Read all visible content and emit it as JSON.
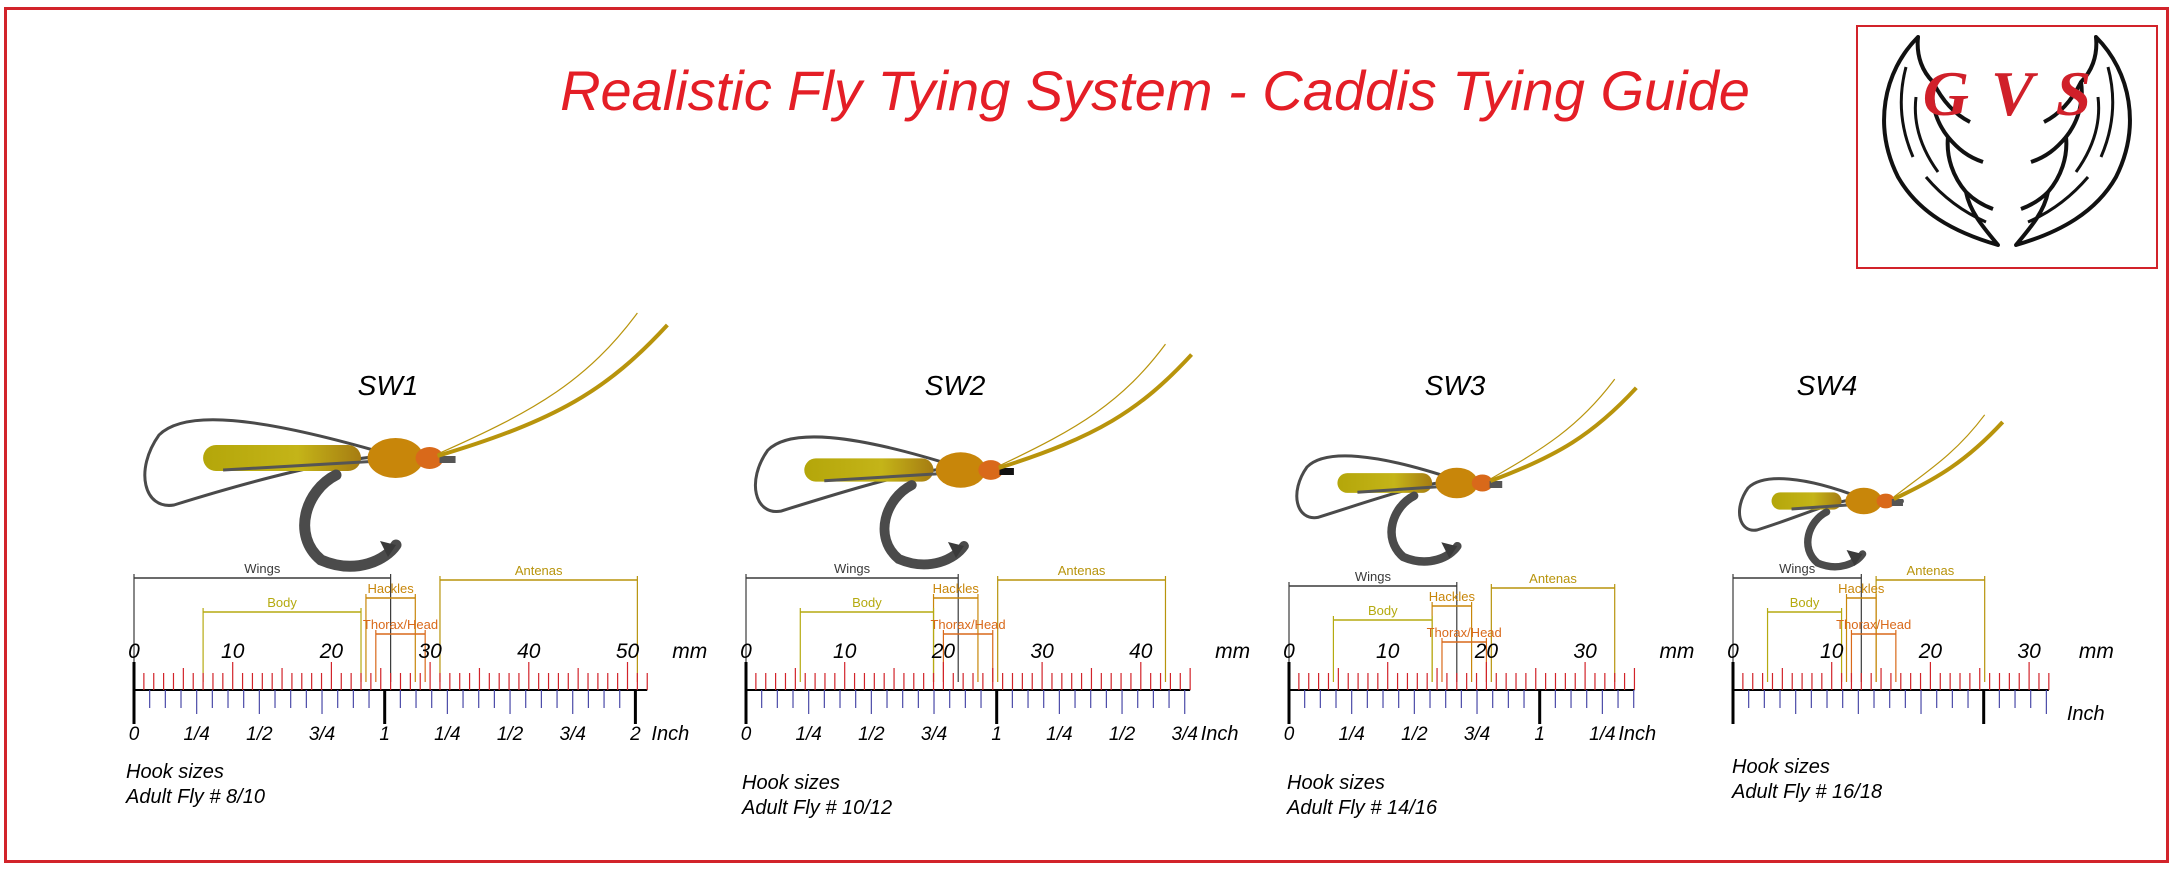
{
  "title": "Realistic Fly Tying System - Caddis Tying Guide",
  "logo": {
    "text": "GVS",
    "icon": "angel-wings-icon"
  },
  "colors": {
    "accent": "#e41e26",
    "mm_tick": "#d2232a",
    "inch_tick": "#4a4aa8",
    "body_olive": "#b5aa10",
    "thorax_orange": "#c8860a",
    "head_orange": "#d9691a",
    "antenna_gold": "#b8940c"
  },
  "labels": {
    "wings": "Wings",
    "body": "Body",
    "hackles": "Hackles",
    "thorax_head": "Thorax/Head",
    "antenas": "Antenas",
    "mm": "mm",
    "inch": "Inch",
    "hook_sizes": "Hook sizes"
  },
  "flies": [
    {
      "name": "SW1",
      "hook": "Adult Fly # 8/10",
      "max_mm": 52,
      "mm_ticks": [
        "0",
        "10",
        "20",
        "30",
        "40",
        "50"
      ],
      "inch_ticks": [
        "0",
        "1/4",
        "1/2",
        "3/4",
        "1",
        "1/4",
        "1/2",
        "3/4",
        "2"
      ],
      "inch_unit_position": "right",
      "dims": {
        "wings": [
          0,
          26
        ],
        "body": [
          7,
          23
        ],
        "hackles": [
          23.5,
          28.5
        ],
        "thorax_head": [
          24.5,
          29.5
        ],
        "antenas": [
          31,
          51
        ]
      }
    },
    {
      "name": "SW2",
      "hook": "Adult Fly # 10/12",
      "max_mm": 45,
      "mm_ticks": [
        "0",
        "10",
        "20",
        "30",
        "40"
      ],
      "inch_ticks": [
        "0",
        "1/4",
        "1/2",
        "3/4",
        "1",
        "1/4",
        "1/2",
        "3/4"
      ],
      "inch_unit_position": "right",
      "dims": {
        "wings": [
          0,
          21.5
        ],
        "body": [
          5.5,
          19
        ],
        "hackles": [
          19,
          23.5
        ],
        "thorax_head": [
          20,
          25
        ],
        "antenas": [
          25.5,
          42.5
        ]
      }
    },
    {
      "name": "SW3",
      "hook": "Adult Fly # 14/16",
      "max_mm": 35,
      "mm_ticks": [
        "0",
        "10",
        "20",
        "30"
      ],
      "inch_ticks": [
        "0",
        "1/4",
        "1/2",
        "3/4",
        "1",
        "1/4"
      ],
      "inch_unit_position": "right",
      "dims": {
        "wings": [
          0,
          17
        ],
        "body": [
          4.5,
          14.5
        ],
        "hackles": [
          14.5,
          18.5
        ],
        "thorax_head": [
          15.5,
          20
        ],
        "antenas": [
          20.5,
          33
        ]
      }
    },
    {
      "name": "SW4",
      "hook": "Adult Fly # 16/18",
      "max_mm": 32,
      "mm_ticks": [
        "0",
        "10",
        "20",
        "30"
      ],
      "inch_ticks": [],
      "inch_unit_position": "below",
      "dims": {
        "wings": [
          0,
          13
        ],
        "body": [
          3.5,
          11
        ],
        "hackles": [
          11.5,
          14.5
        ],
        "thorax_head": [
          12,
          16.5
        ],
        "antenas": [
          14.5,
          25.5
        ]
      }
    }
  ]
}
